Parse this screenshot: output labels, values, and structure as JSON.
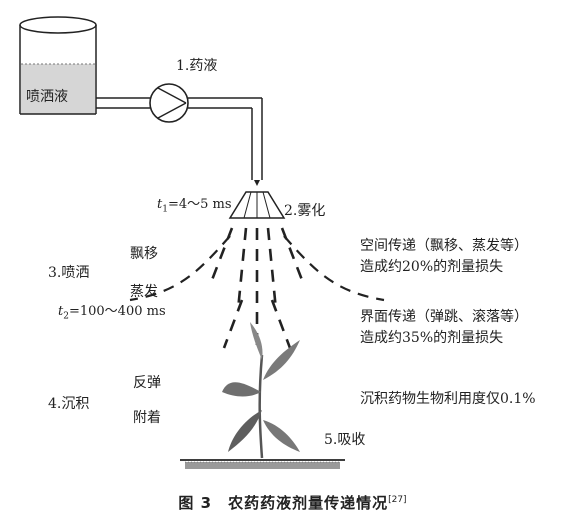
{
  "diagram": {
    "tank_label": "喷洒液",
    "step1": "1.药液",
    "t1_var": "t",
    "t1_sub": "1",
    "t1_value": "=4～5 ms",
    "step2": "2.雾化",
    "step3": "3.喷洒",
    "drift": "飘移",
    "evaporation": "蒸发",
    "t2_var": "t",
    "t2_sub": "2",
    "t2_value": "=100～400 ms",
    "space_line1": "空间传递（飘移、蒸发等）",
    "space_line2": "造成约20%的剂量损失",
    "interface_line1": "界面传递（弹跳、滚落等）",
    "interface_line2": "造成约35%的剂量损失",
    "step4": "4.沉积",
    "rebound": "反弹",
    "adhesion": "附着",
    "utilization": "沉积药物生物利用度仅0.1%",
    "step5": "5.吸收"
  },
  "caption": {
    "text": "图 3　农药药液剂量传递情况",
    "ref": "[27]"
  }
}
